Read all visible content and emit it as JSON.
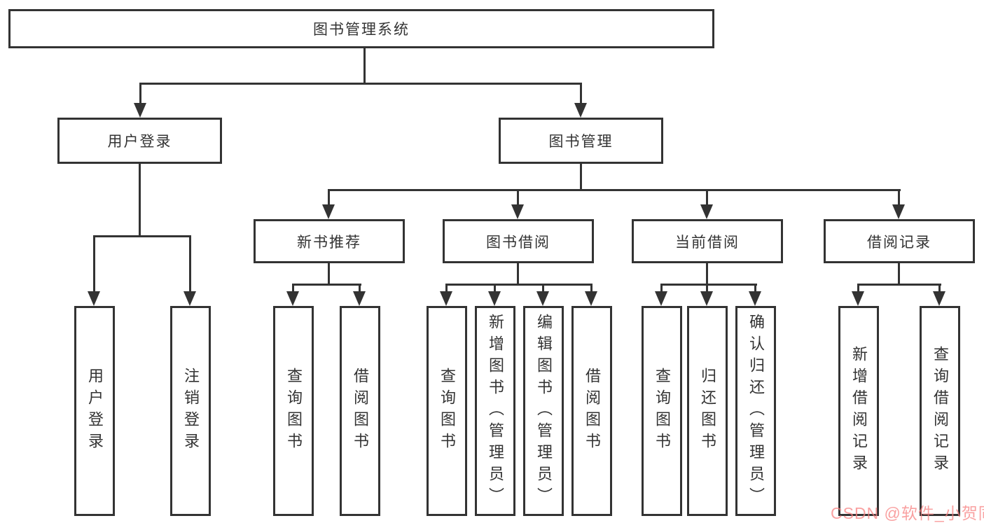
{
  "watermark": "CSDN @软件_小贺同学",
  "colors": {
    "line": "#333333",
    "text": "#333333",
    "background": "#ffffff",
    "watermark": "#f78282"
  },
  "tree": {
    "root": {
      "label": "图书管理系统"
    },
    "branches": [
      {
        "label": "用户登录",
        "children": [
          {
            "label": "用户登录"
          },
          {
            "label": "注销登录"
          }
        ]
      },
      {
        "label": "图书管理",
        "groups": [
          {
            "label": "新书推荐",
            "children": [
              {
                "label": "查询图书"
              },
              {
                "label": "借阅图书"
              }
            ]
          },
          {
            "label": "图书借阅",
            "children": [
              {
                "label": "查询图书"
              },
              {
                "label": "新增图书（管理员）"
              },
              {
                "label": "编辑图书（管理员）"
              },
              {
                "label": "借阅图书"
              }
            ]
          },
          {
            "label": "当前借阅",
            "children": [
              {
                "label": "查询图书"
              },
              {
                "label": "归还图书"
              },
              {
                "label": "确认归还（管理员）"
              }
            ]
          },
          {
            "label": "借阅记录",
            "children": [
              {
                "label": "新增借阅记录"
              },
              {
                "label": "查询借阅记录"
              }
            ]
          }
        ]
      }
    ]
  }
}
